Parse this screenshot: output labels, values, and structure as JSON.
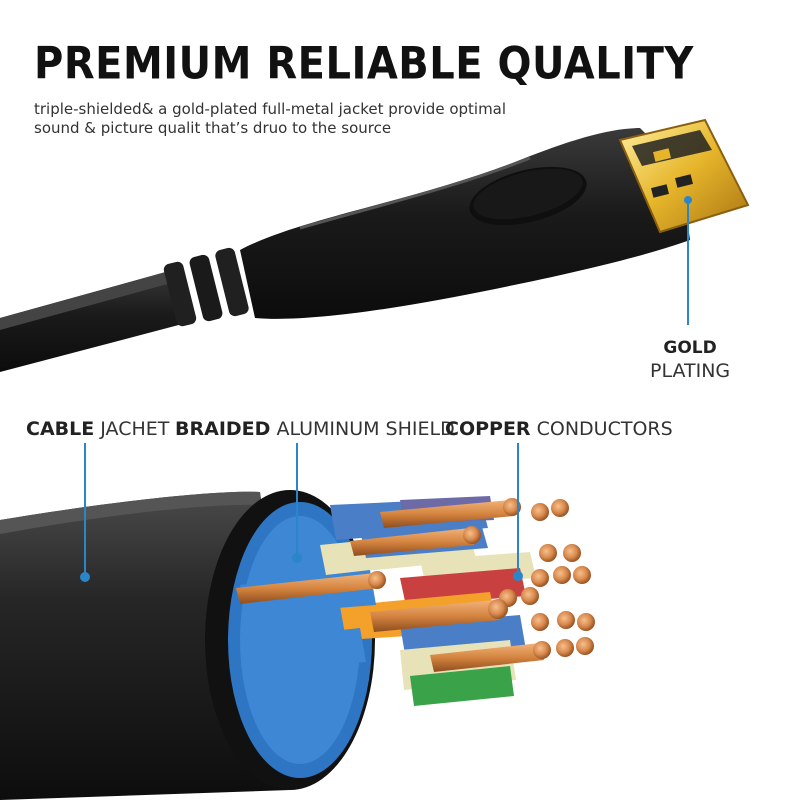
{
  "headline": "PREMIUM RELIABLE QUALITY",
  "subtext": {
    "line1": "triple-shielded& a gold-plated full-metal jacket provide optimal",
    "line2": "sound & picture qualit that’s druo to the source"
  },
  "labels": {
    "gold": {
      "strong": "GOLD",
      "rest": "PLATING"
    },
    "jacket": {
      "strong": "CABLE",
      "rest": " JACHET"
    },
    "shield": {
      "strong": "BRAIDED",
      "rest": " ALUMINUM SHIELD"
    },
    "copper": {
      "strong": "COPPER",
      "rest": " CONDUCTORS"
    }
  },
  "colors": {
    "accent": "#2a86c9",
    "cable_black": "#1b1b1b",
    "gold": "#e6b52a",
    "shield_blue": "#2e76c4",
    "copper": "#d98a4e"
  }
}
